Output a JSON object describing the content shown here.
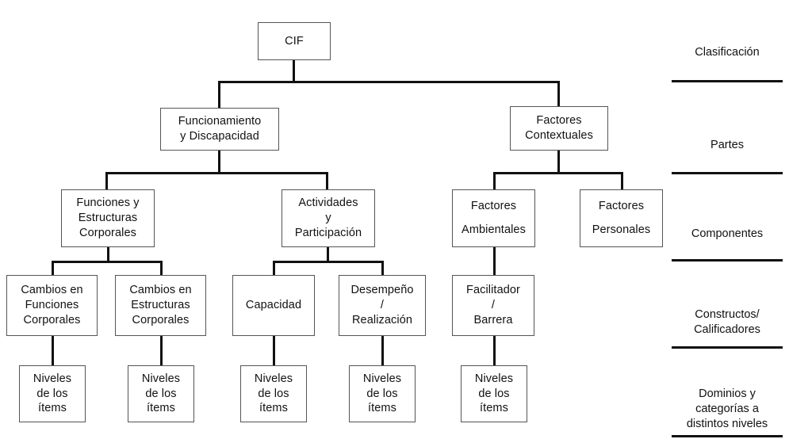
{
  "diagram": {
    "title": "CIF",
    "colors": {
      "line": "#111111",
      "box_border": "#555555",
      "background": "#ffffff",
      "text": "#111111"
    },
    "nodes": [
      {
        "id": "cif",
        "label": "CIF"
      },
      {
        "id": "funcionamiento",
        "label": "Funcionamiento\ny Discapacidad"
      },
      {
        "id": "factores-contextuales",
        "label": "Factores\nContextuales"
      },
      {
        "id": "funciones-estructuras",
        "label": "Funciones y\nEstructuras\nCorporales"
      },
      {
        "id": "actividades",
        "label": "Actividades\ny\nParticipación"
      },
      {
        "id": "factores-ambientales",
        "label": "Factores\nAmbientales"
      },
      {
        "id": "factores-personales",
        "label": "Factores\nPersonales"
      },
      {
        "id": "cambios-funciones",
        "label": "Cambios en\nFunciones\nCorporales"
      },
      {
        "id": "cambios-estructuras",
        "label": "Cambios en\nEstructuras\nCorporales"
      },
      {
        "id": "capacidad",
        "label": "Capacidad"
      },
      {
        "id": "desempeno",
        "label": "Desempeño\n/\nRealización"
      },
      {
        "id": "facilitador",
        "label": "Facilitador\n/\nBarrera"
      },
      {
        "id": "niveles-1",
        "label": "Niveles\nde los\nítems"
      },
      {
        "id": "niveles-2",
        "label": "Niveles\nde los\nítems"
      },
      {
        "id": "niveles-3",
        "label": "Niveles\nde los\nítems"
      },
      {
        "id": "niveles-4",
        "label": "Niveles\nde los\nítems"
      },
      {
        "id": "niveles-5",
        "label": "Niveles\nde los\nítems"
      }
    ],
    "legend": {
      "rows": [
        {
          "id": "clasificacion",
          "label": "Clasificación"
        },
        {
          "id": "partes",
          "label": "Partes"
        },
        {
          "id": "componentes",
          "label": "Componentes"
        },
        {
          "id": "constructos",
          "label": "Constructos/\nCalificadores"
        },
        {
          "id": "dominios",
          "label": "Dominios y\ncategorías a\ndistintos niveles"
        }
      ]
    }
  }
}
